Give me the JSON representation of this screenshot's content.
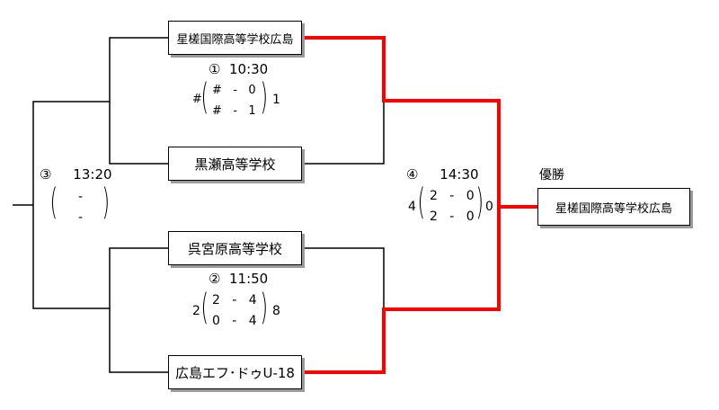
{
  "teams": {
    "t1": "星槎国際高等学校広島",
    "t2": "黒瀬高等学校",
    "t3": "呉宮原高等学校",
    "t4": "広島エフ･ドゥU-18"
  },
  "champion": {
    "label": "優勝",
    "team": "星槎国際高等学校広島"
  },
  "matches": {
    "m1": {
      "no": "①",
      "time": "10:30",
      "left_total": "#",
      "right_total": "1",
      "rows": [
        {
          "l": "#",
          "sep": "-",
          "r": "0"
        },
        {
          "l": "#",
          "sep": "-",
          "r": "1"
        }
      ]
    },
    "m2": {
      "no": "②",
      "time": "11:50",
      "left_total": "2",
      "right_total": "8",
      "rows": [
        {
          "l": "2",
          "sep": "-",
          "r": "4"
        },
        {
          "l": "0",
          "sep": "-",
          "r": "4"
        }
      ]
    },
    "m3": {
      "no": "③",
      "time": "13:20",
      "rows": [
        {
          "sep": "-"
        },
        {
          "sep": "-"
        }
      ]
    },
    "m4": {
      "no": "④",
      "time": "14:30",
      "left_total": "4",
      "right_total": "0",
      "rows": [
        {
          "l": "2",
          "sep": "-",
          "r": "0"
        },
        {
          "l": "2",
          "sep": "-",
          "r": "0"
        }
      ]
    }
  },
  "colors": {
    "line": "#000000",
    "winner_line": "#ff0000",
    "shadow": "#9a9a9a"
  }
}
